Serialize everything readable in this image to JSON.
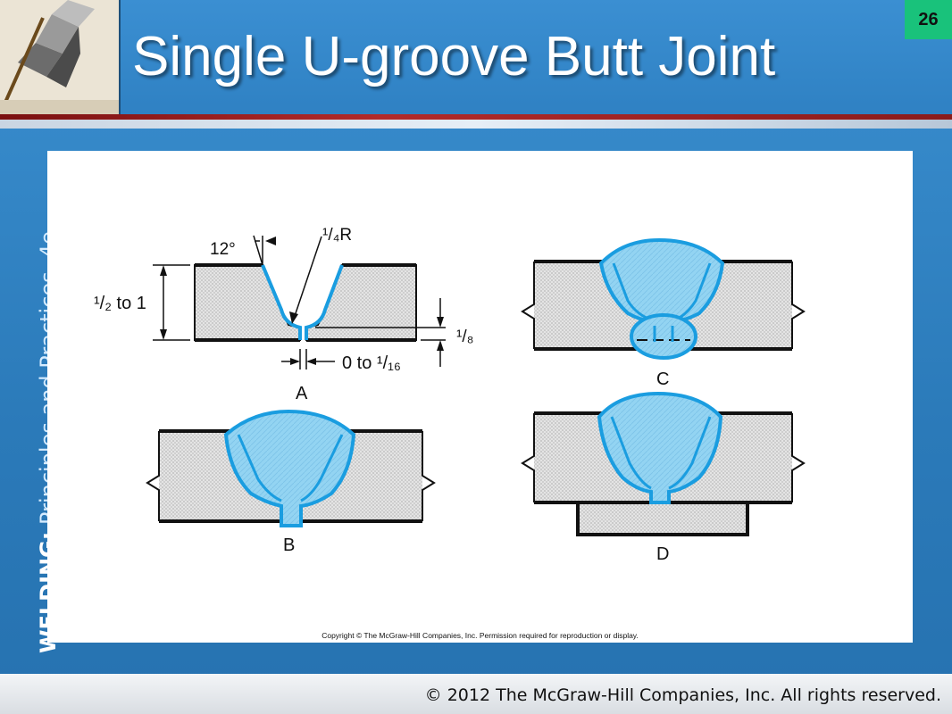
{
  "slide": {
    "title": "Single U-groove Butt Joint",
    "number": "26"
  },
  "sidebar": {
    "book_bold": "WELDING:",
    "book_rest": " Principles and Practices, 4e"
  },
  "figure": {
    "labels": {
      "angle": "12°",
      "radius": "¹/₄R",
      "thickness": "¹/₂ to 1",
      "root_face": "¹/₈",
      "root_opening": "0 to ¹/₁₆",
      "a": "A",
      "b": "B",
      "c": "C",
      "d": "D"
    },
    "copyright": "Copyright © The McGraw-Hill Companies, Inc. Permission required for reproduction or display."
  },
  "footer": {
    "copyright": "© 2012 The McGraw-Hill Companies,  Inc. All rights reserved."
  },
  "colors": {
    "weld_fill": "#8fd3f2",
    "weld_stroke": "#1a9de0",
    "plate_fill": "#e0e0e0",
    "header_blue": "#2f81c3",
    "slide_number_bg": "#19c27b"
  }
}
